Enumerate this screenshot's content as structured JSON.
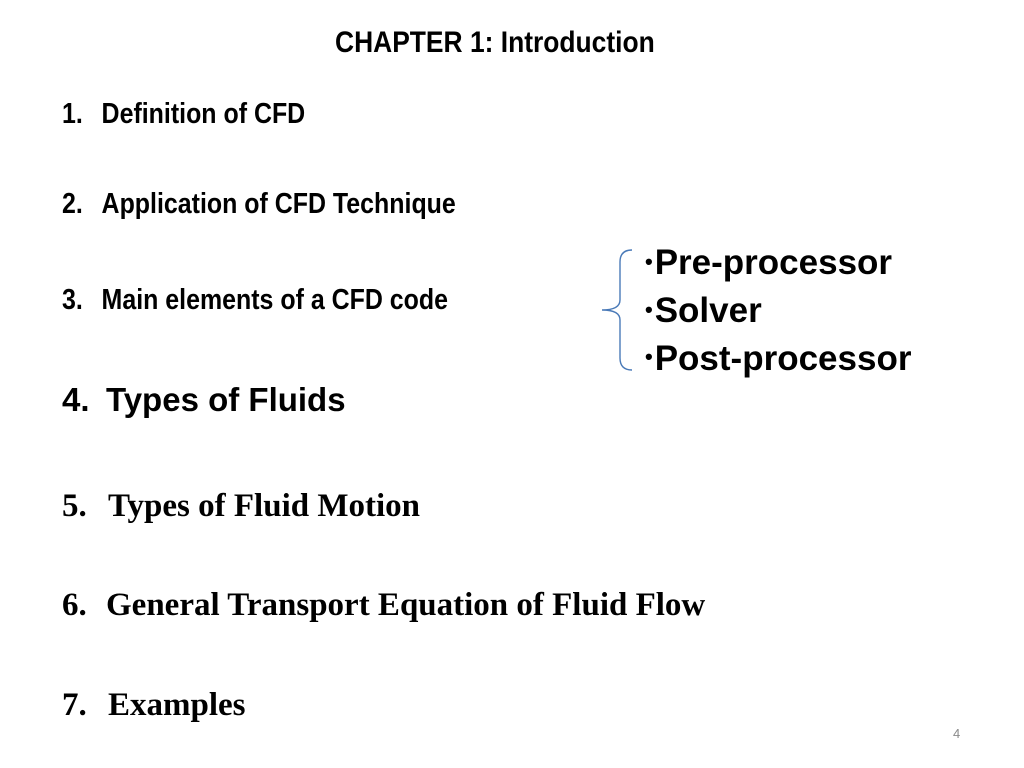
{
  "slide": {
    "title": "CHAPTER 1: Introduction",
    "items": [
      {
        "number": "1.",
        "text": "Definition of CFD"
      },
      {
        "number": "2.",
        "text": "Application of CFD Technique"
      },
      {
        "number": "3.",
        "text": "Main elements of a CFD code"
      },
      {
        "number": "4.",
        "text": "Types of Fluids"
      },
      {
        "number": "5.",
        "text": "Types of Fluid Motion"
      },
      {
        "number": "6.",
        "text": "General Transport Equation of Fluid Flow"
      },
      {
        "number": "7.",
        "text": "Examples"
      }
    ],
    "sub_items": [
      {
        "bullet": "•",
        "text": "Pre-processor"
      },
      {
        "bullet": "•",
        "text": "Solver"
      },
      {
        "bullet": "•",
        "text": "Post-processor"
      }
    ],
    "page_number": "4",
    "colors": {
      "bracket": "#4a7ab8",
      "page_number": "#8a8a8a"
    }
  }
}
